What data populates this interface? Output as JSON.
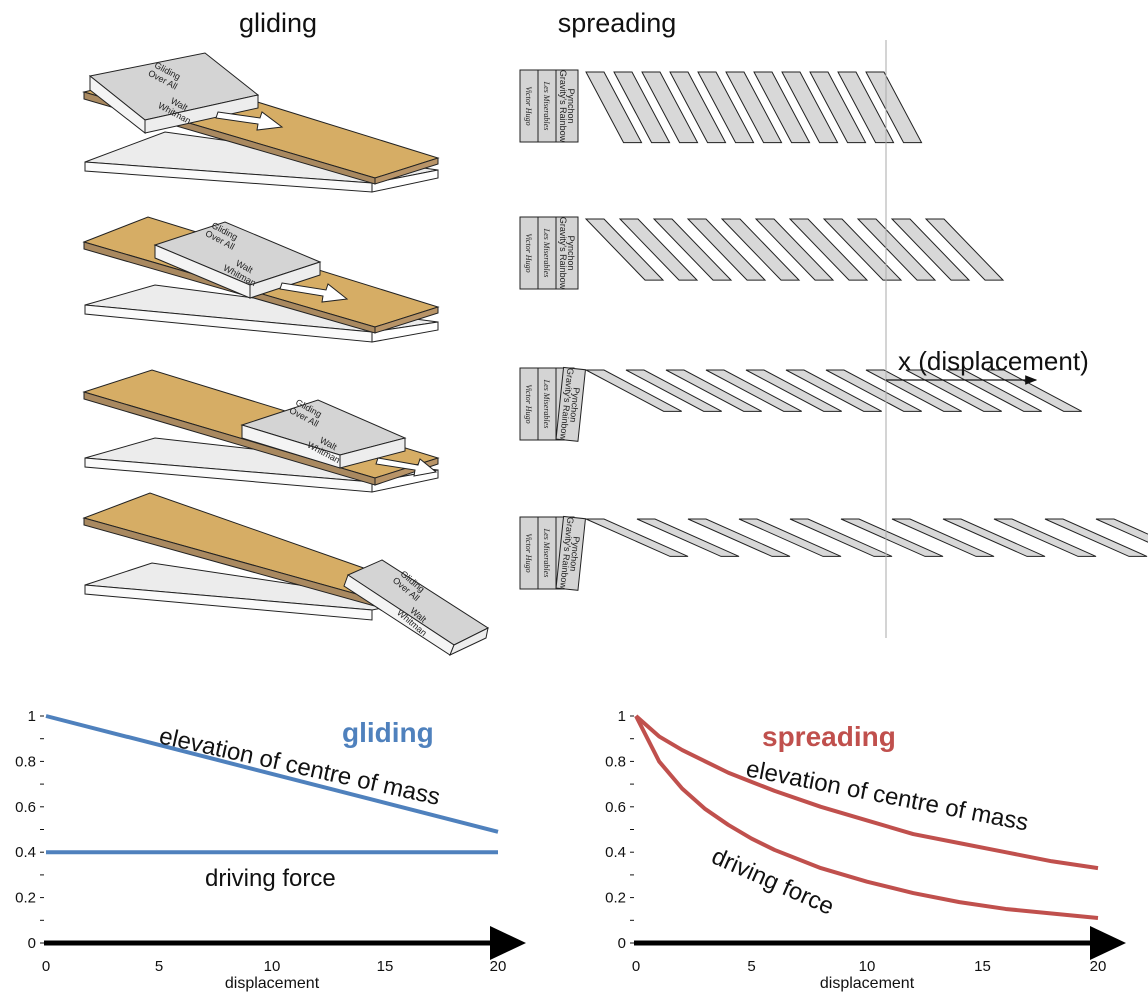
{
  "titles": {
    "gliding": "gliding",
    "spreading": "spreading"
  },
  "displacement_label": "x (displacement)",
  "books": {
    "gliding_title_line1": "Gliding",
    "gliding_title_line2": "Over All",
    "gliding_author_line1": "Walt",
    "gliding_author_line2": "Whitman",
    "spine_1": "Gravity's Rainbow",
    "spine_1_author": "Pynchon",
    "spine_2": "Les Miserables",
    "spine_3": "Victor Hugo"
  },
  "colors": {
    "board_top": "#d6ad65",
    "board_side": "#a98960",
    "base": "#ececec",
    "book_face": "#d4d4d4",
    "book_side": "#f4f4f4",
    "gliding_line": "#4f81bd",
    "spreading_line": "#c0504d"
  },
  "chart_data": [
    {
      "type": "line",
      "title": "gliding",
      "xlabel": "displacement",
      "ylabel": "",
      "xlim": [
        0,
        20
      ],
      "ylim": [
        0,
        1
      ],
      "xticks": [
        0,
        5,
        10,
        15,
        20
      ],
      "yticks": [
        0,
        0.2,
        0.4,
        0.6,
        0.8,
        1
      ],
      "series": [
        {
          "name": "elevation of centre of mass",
          "x": [
            0,
            20
          ],
          "y": [
            1.0,
            0.49
          ]
        },
        {
          "name": "driving force",
          "x": [
            0,
            20
          ],
          "y": [
            0.4,
            0.4
          ]
        }
      ]
    },
    {
      "type": "line",
      "title": "spreading",
      "xlabel": "displacement",
      "ylabel": "",
      "xlim": [
        0,
        20
      ],
      "ylim": [
        0,
        1
      ],
      "xticks": [
        0,
        5,
        10,
        15,
        20
      ],
      "yticks": [
        0,
        0.2,
        0.4,
        0.6,
        0.8,
        1
      ],
      "series": [
        {
          "name": "elevation of centre of mass",
          "x": [
            0,
            1,
            2,
            3,
            4,
            5,
            6,
            8,
            10,
            12,
            14,
            16,
            18,
            20
          ],
          "y": [
            1.0,
            0.91,
            0.85,
            0.8,
            0.75,
            0.71,
            0.67,
            0.6,
            0.54,
            0.48,
            0.44,
            0.4,
            0.36,
            0.33
          ]
        },
        {
          "name": "driving force",
          "x": [
            0,
            1,
            2,
            3,
            4,
            5,
            6,
            8,
            10,
            12,
            14,
            16,
            18,
            20
          ],
          "y": [
            1.0,
            0.8,
            0.68,
            0.59,
            0.52,
            0.46,
            0.41,
            0.33,
            0.27,
            0.22,
            0.18,
            0.15,
            0.13,
            0.11
          ]
        }
      ]
    }
  ]
}
